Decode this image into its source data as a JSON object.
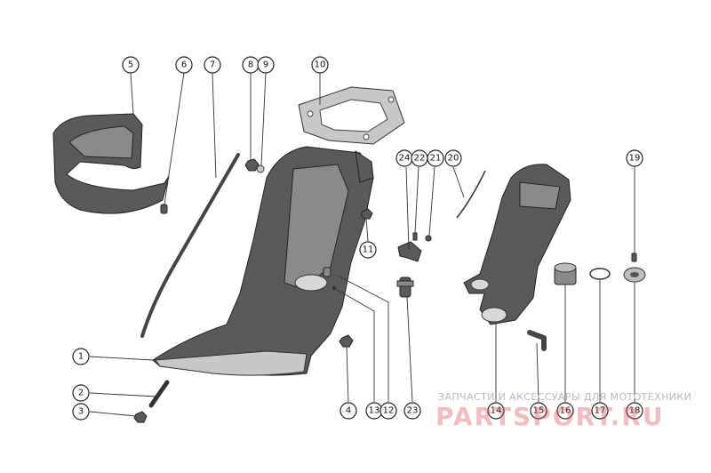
{
  "watermark": {
    "tagline": "ЗАПЧАСТИ И АКСЕССУАРЫ ДЛЯ МОТОТЕХНИКИ",
    "brand": "PARTSPORT.RU",
    "brand_color": "#dc505a"
  },
  "callouts": [
    {
      "id": "c1",
      "label": "1"
    },
    {
      "id": "c2",
      "label": "2"
    },
    {
      "id": "c3",
      "label": "3"
    },
    {
      "id": "c4",
      "label": "4"
    },
    {
      "id": "c5",
      "label": "5"
    },
    {
      "id": "c6",
      "label": "6"
    },
    {
      "id": "c7",
      "label": "7"
    },
    {
      "id": "c8",
      "label": "8"
    },
    {
      "id": "c9",
      "label": "9"
    },
    {
      "id": "c10",
      "label": "10"
    },
    {
      "id": "c11",
      "label": "11"
    },
    {
      "id": "c12",
      "label": "12"
    },
    {
      "id": "c13",
      "label": "13"
    },
    {
      "id": "c14",
      "label": "14"
    },
    {
      "id": "c15",
      "label": "15"
    },
    {
      "id": "c16",
      "label": "16"
    },
    {
      "id": "c17",
      "label": "17"
    },
    {
      "id": "c18",
      "label": "18"
    },
    {
      "id": "c19",
      "label": "19"
    },
    {
      "id": "c20",
      "label": "20"
    },
    {
      "id": "c21",
      "label": "21"
    },
    {
      "id": "c22",
      "label": "22"
    },
    {
      "id": "c23",
      "label": "23"
    },
    {
      "id": "c24",
      "label": "24"
    }
  ]
}
